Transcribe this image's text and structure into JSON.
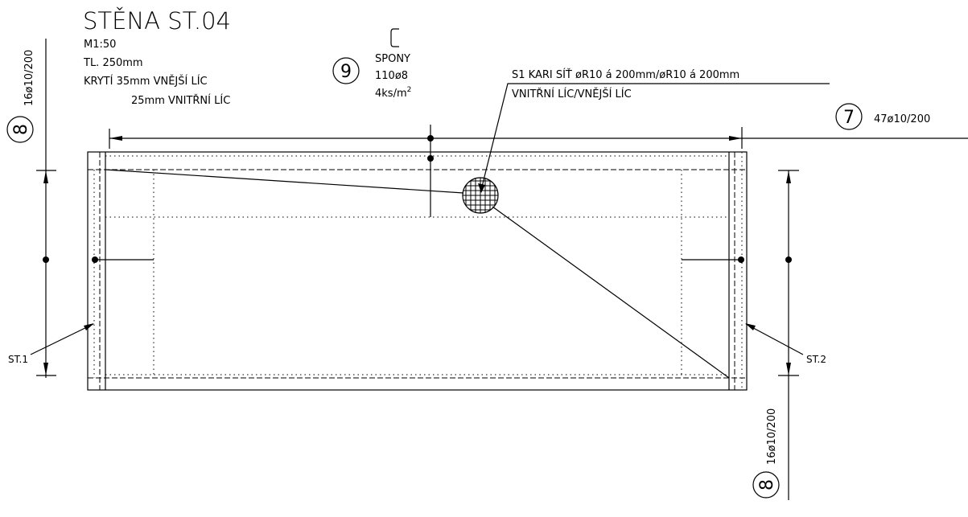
{
  "title": "STĚNA ST.04",
  "notes": {
    "scale": "M1:50",
    "thickness": "TL. 250mm",
    "cover_outer": "KRYTÍ 35mm VNĚJŠÍ LÍC",
    "cover_inner": "25mm VNITŘNÍ LÍC"
  },
  "mark9": {
    "number": "9",
    "line1": "SPONY",
    "line2": "110ø8",
    "line3": "4ks/m",
    "sup": "2"
  },
  "mesh": {
    "line1": "S1 KARI SÍŤ øR10 á 200mm/øR10 á 200mm",
    "line2": "VNITŘNÍ LÍC/VNĚJŠÍ LÍC"
  },
  "mark7": {
    "number": "7",
    "label": "47ø10/200"
  },
  "mark8_left": {
    "number": "8",
    "label": "16ø10/200"
  },
  "mark8_right": {
    "number": "8",
    "label": "16ø10/200"
  },
  "section_left": "ST.1",
  "section_right": "ST.2"
}
